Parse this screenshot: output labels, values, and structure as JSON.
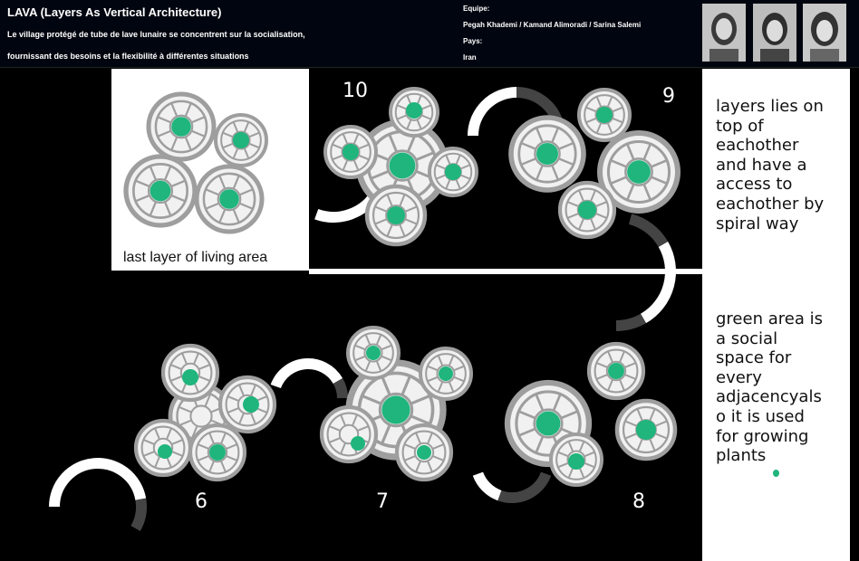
{
  "header": {
    "title": "LAVA (Layers As Vertical Architecture)",
    "description_line1": "Le village protégé de tube de lave lunaire se concentrent sur la socialisation,",
    "description_line2": "fournissant des besoins et la flexibilité à différentes situations",
    "team_label": "Equipe:",
    "team_members": "Pegah Khademi / Kamand Alimoradi / Sarina Salemi",
    "country_label": "Pays:",
    "country": "Iran"
  },
  "diagram": {
    "top_caption": "last layer of living area",
    "layer_numbers": [
      "10",
      "9",
      "6",
      "7",
      "8"
    ],
    "side_text_1": "layers lies on\ntop of\neachother\nand have a\naccess to\neachother by\nspiral way",
    "side_text_2": "green area is\na social\nspace for\nevery\nadjacencyals\no it is used\nfor growing\nplants"
  },
  "colors": {
    "background": "#000000",
    "module_fill": "#f1f1f1",
    "module_stroke": "#9e9e9e",
    "social_green": "#1fb57c",
    "panel": "#ffffff"
  }
}
